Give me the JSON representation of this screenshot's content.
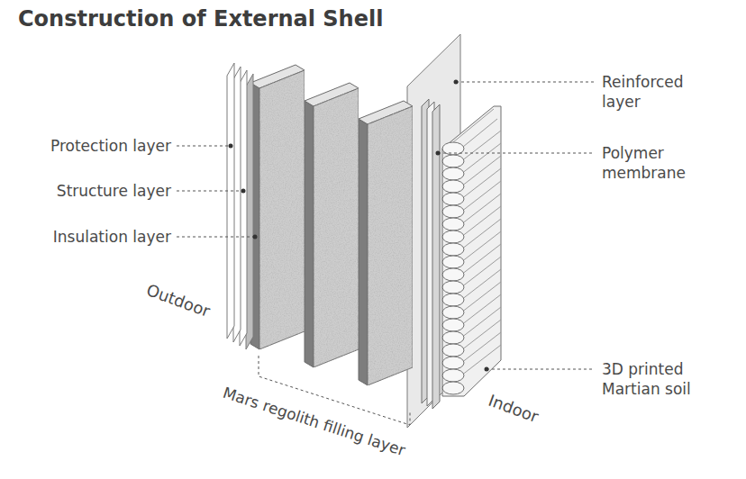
{
  "diagram": {
    "title": "Construction of External Shell",
    "labels": [
      "Protection layer",
      "Structure layer",
      "Insulation layer",
      "Outdoor",
      "Mars regolith filling layer",
      "Indoor",
      "Reinforced layer",
      "Polymer membrane",
      "3D printed Martian soil"
    ]
  }
}
